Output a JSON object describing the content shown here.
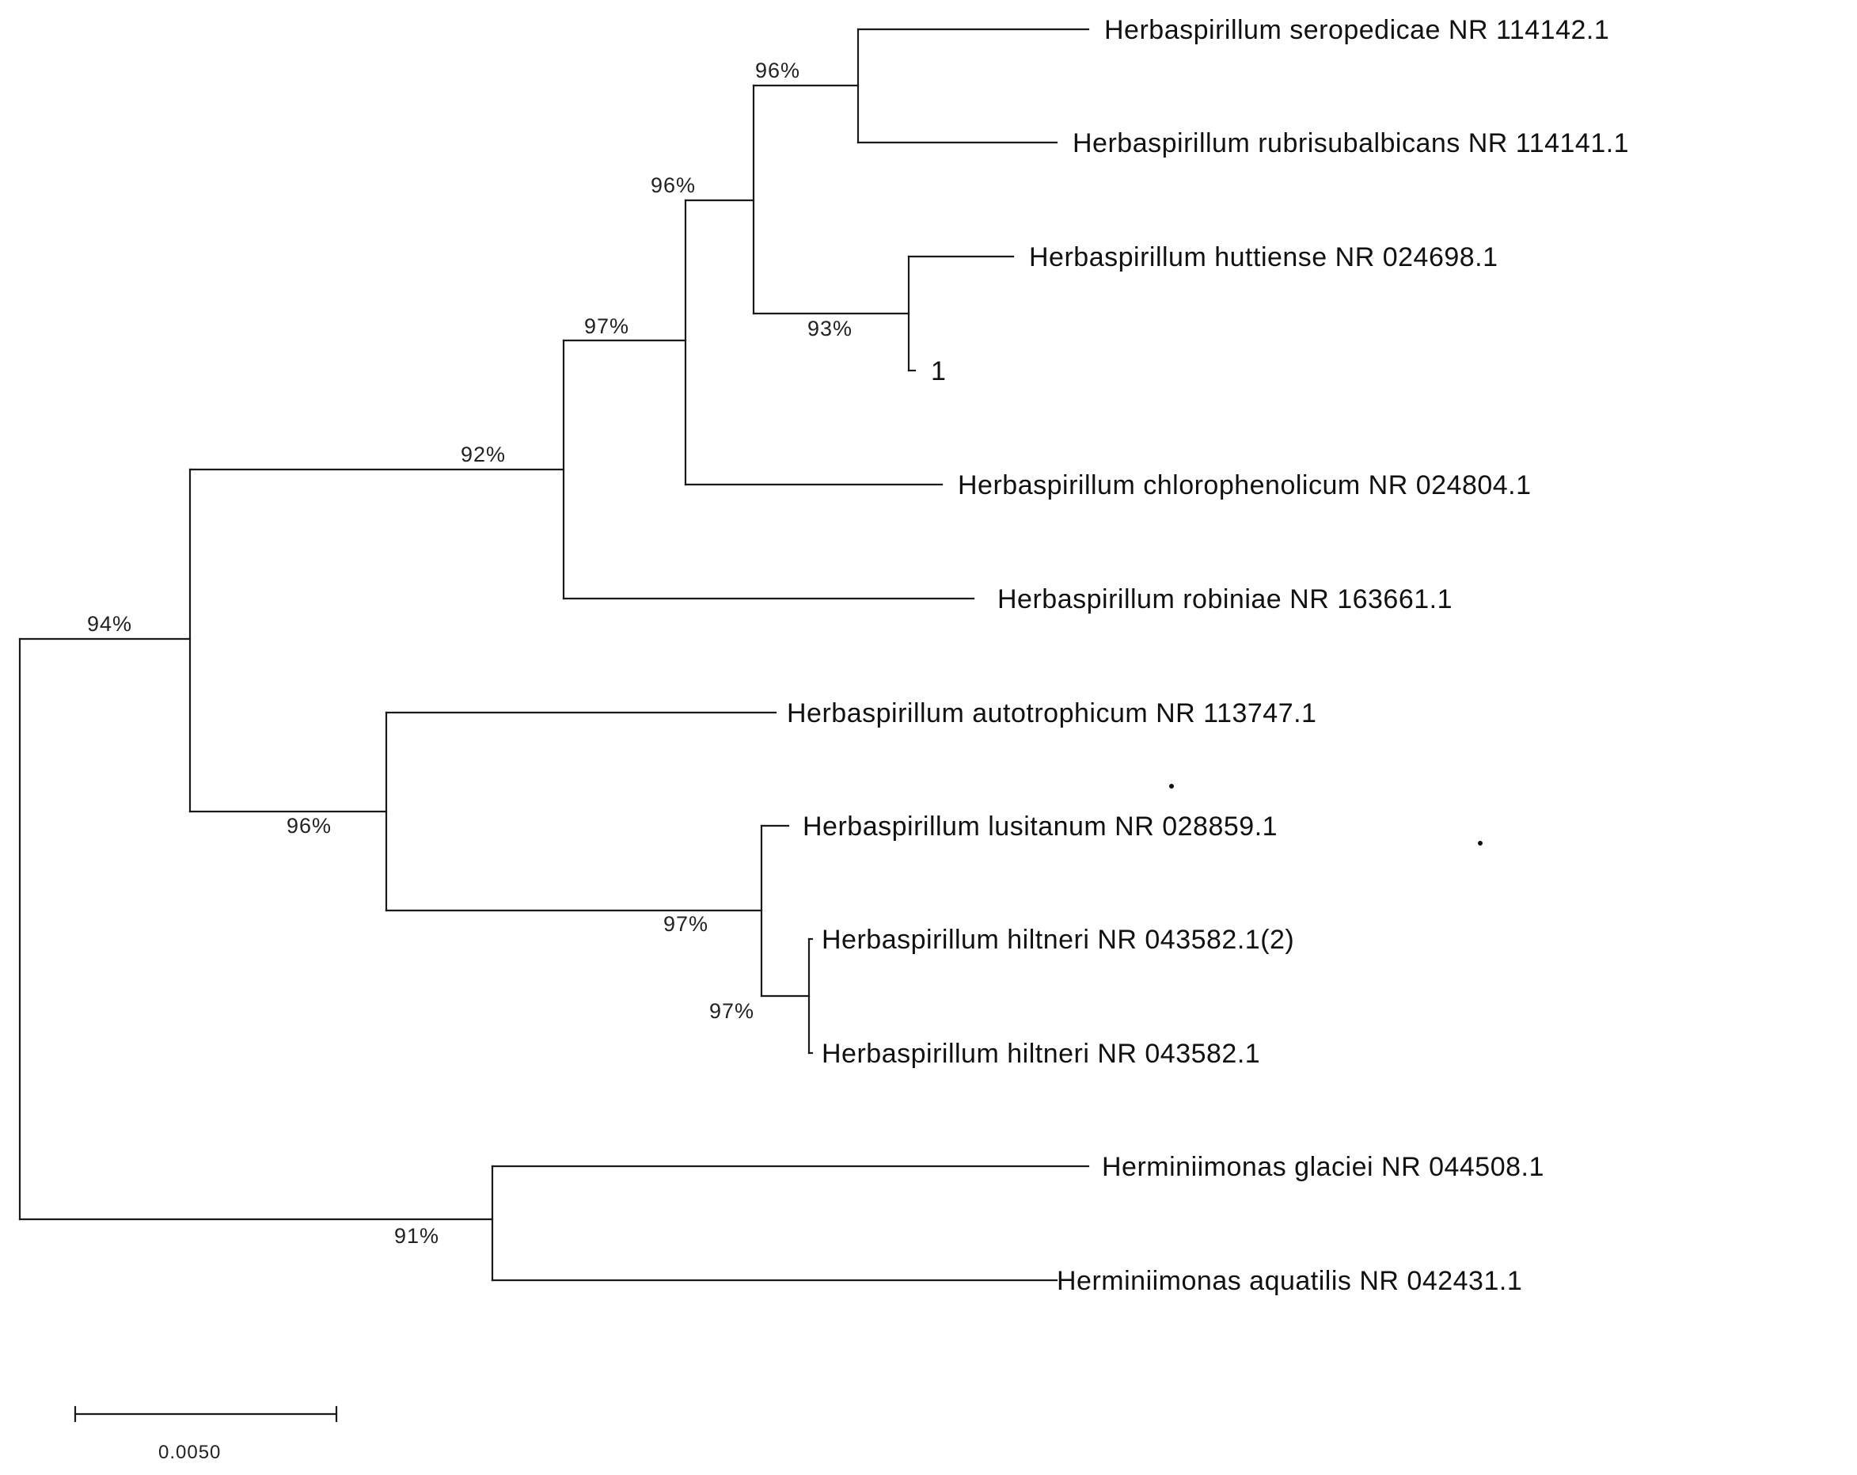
{
  "tree": {
    "leaves": [
      {
        "id": "seropedicae",
        "label": "Herbaspirillum seropedicae NR 114142.1"
      },
      {
        "id": "rubrisubalbicans",
        "label": "Herbaspirillum rubrisubalbicans NR 114141.1"
      },
      {
        "id": "huttiense",
        "label": "Herbaspirillum huttiense NR 024698.1"
      },
      {
        "id": "isolate1",
        "label": "1"
      },
      {
        "id": "chlorophenolicum",
        "label": "Herbaspirillum chlorophenolicum NR 024804.1"
      },
      {
        "id": "robiniae",
        "label": "Herbaspirillum robiniae NR 163661.1"
      },
      {
        "id": "autotrophicum",
        "label": "Herbaspirillum autotrophicum NR 113747.1"
      },
      {
        "id": "lusitanum",
        "label": "Herbaspirillum lusitanum NR 028859.1"
      },
      {
        "id": "hiltneri2",
        "label": "Herbaspirillum hiltneri NR 043582.1(2)"
      },
      {
        "id": "hiltneri",
        "label": "Herbaspirillum hiltneri NR 043582.1"
      },
      {
        "id": "glaciei",
        "label": "Herminiimonas glaciei NR 044508.1"
      },
      {
        "id": "aquatilis",
        "label": "Herminiimonas aquatilis NR 042431.1"
      }
    ],
    "bootstrap": {
      "root": "94%",
      "herbaspirillum_main": "92%",
      "core_clade": "97%",
      "inner_clade": "96%",
      "sero_rubri": "96%",
      "hutt_isolate": "93%",
      "auto_clade": "96%",
      "lusi_hiltneri": "97%",
      "hiltneri_pair": "97%",
      "herminiimonas": "91%"
    },
    "scale_bar": {
      "value": 0.005,
      "label": "0.0050"
    }
  }
}
